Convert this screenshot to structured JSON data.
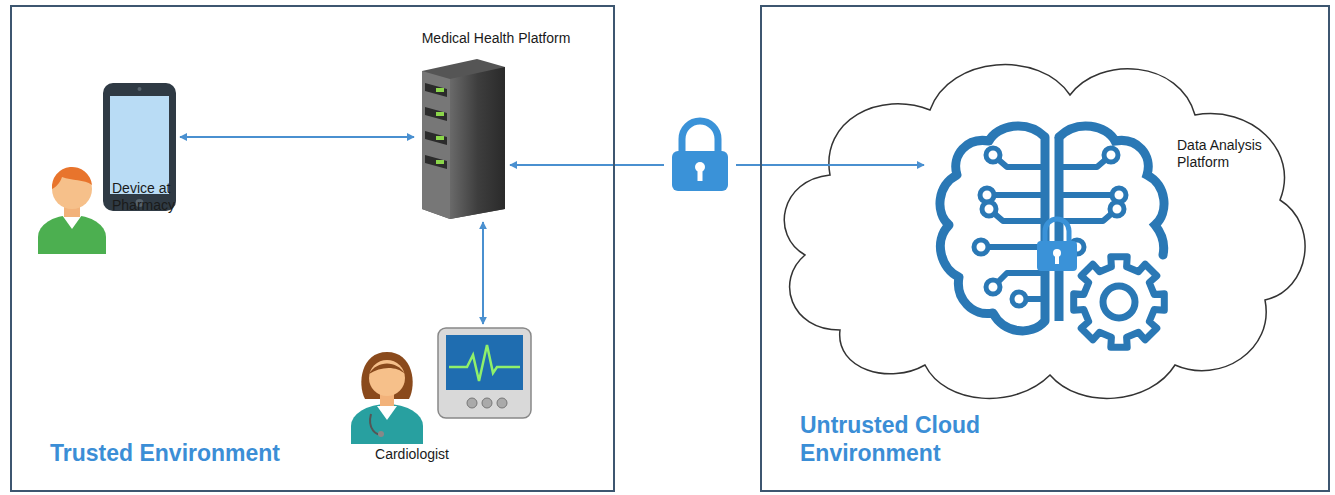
{
  "diagram": {
    "nodes": [
      {
        "text": [
          "Trusted Environment"
        ]
      },
      {
        "text": [
          "Medical Health Platform"
        ],
        "in": 0
      },
      {
        "text": [
          "Device at Pharmacy"
        ],
        "in": 0
      },
      {
        "text": [
          "Cardiologist"
        ],
        "in": 0
      },
      {
        "text": [
          "Untrusted Cloud Environment"
        ]
      },
      {
        "text": [
          "Data Analysis Platform"
        ],
        "in": 4
      }
    ],
    "edges": [
      {
        "from": 2,
        "to": 1,
        "arrow": "both"
      },
      {
        "from": 1,
        "to": 3,
        "arrow": "both"
      },
      {
        "from": 1,
        "to": 5,
        "arrow": "both"
      }
    ]
  }
}
